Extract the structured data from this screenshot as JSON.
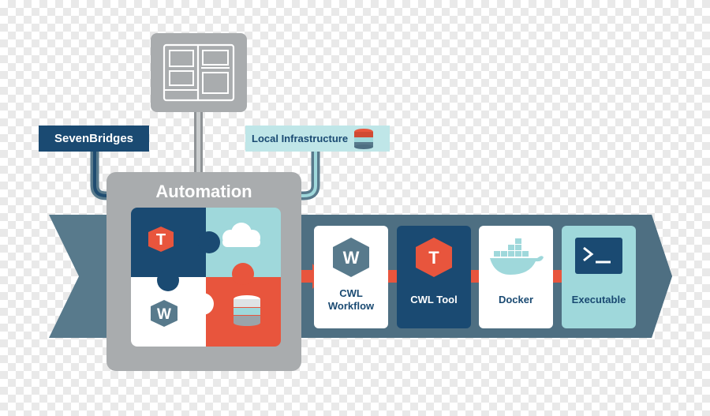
{
  "labels": {
    "sevenbridges": "SevenBridges",
    "local_infrastructure": "Local Infrastructure",
    "automation": "Automation"
  },
  "steps": [
    {
      "label": "CWL\nWorkflow",
      "icon": "hexagon-w-icon"
    },
    {
      "label": "CWL Tool",
      "icon": "hexagon-t-icon"
    },
    {
      "label": "Docker",
      "icon": "docker-whale-icon"
    },
    {
      "label": "Executable",
      "icon": "terminal-icon"
    }
  ],
  "puzzle_icons": {
    "top_left": "T",
    "bottom_left": "W"
  },
  "colors": {
    "navy": "#1a4a72",
    "slate": "#587a8c",
    "orange": "#e8553d",
    "teal": "#9fd8db",
    "gray_frame": "#a9acae"
  }
}
